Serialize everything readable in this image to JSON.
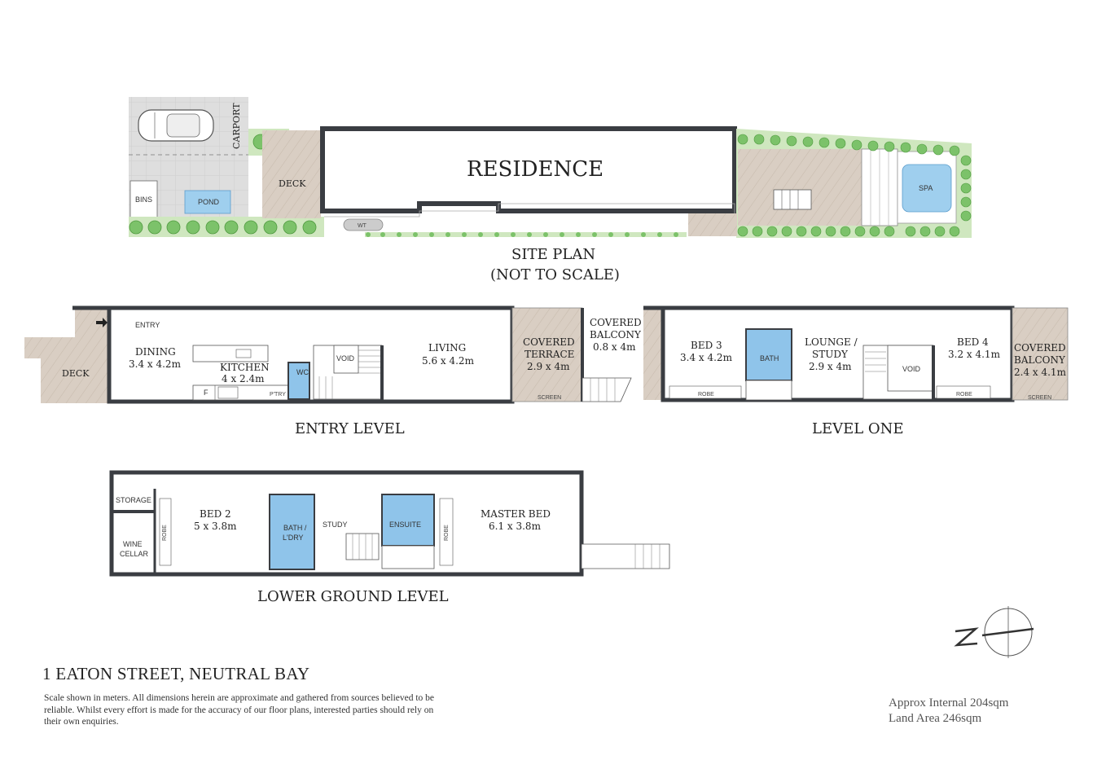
{
  "site_plan": {
    "residence": "RESIDENCE",
    "carport": "CARPORT",
    "deck": "DECK",
    "bins": "BINS",
    "pond": "POND",
    "wt": "WT",
    "spa": "SPA",
    "caption_line1": "SITE PLAN",
    "caption_line2": "(NOT TO SCALE)"
  },
  "entry_level": {
    "caption": "ENTRY LEVEL",
    "deck": "DECK",
    "entry": "ENTRY",
    "dining": "DINING",
    "dining_dim": "3.4 x 4.2m",
    "kitchen": "KITCHEN",
    "kitchen_dim": "4 x 2.4m",
    "fridge": "F",
    "pantry": "P'TRY",
    "wc": "WC",
    "void": "VOID",
    "living": "LIVING",
    "living_dim": "5.6 x 4.2m",
    "terrace_line1": "COVERED",
    "terrace_line2": "TERRACE",
    "terrace_dim": "2.9 x 4m",
    "screen": "SCREEN",
    "balcony_line1": "COVERED",
    "balcony_line2": "BALCONY",
    "balcony_dim": "0.8 x 4m"
  },
  "level_one": {
    "caption": "LEVEL ONE",
    "bed3": "BED 3",
    "bed3_dim": "3.4 x 4.2m",
    "robe1": "ROBE",
    "bath": "BATH",
    "lounge_line1": "LOUNGE /",
    "lounge_line2": "STUDY",
    "lounge_dim": "2.9 x 4m",
    "void": "VOID",
    "bed4": "BED 4",
    "bed4_dim": "3.2 x 4.1m",
    "robe2": "ROBE",
    "balcony_line1": "COVERED",
    "balcony_line2": "BALCONY",
    "balcony_dim": "2.4 x 4.1m",
    "screen": "SCREEN"
  },
  "lower_ground": {
    "caption": "LOWER GROUND LEVEL",
    "storage": "STORAGE",
    "wine_line1": "WINE",
    "wine_line2": "CELLAR",
    "robe1": "ROBE",
    "bed2": "BED 2",
    "bed2_dim": "5 x 3.8m",
    "bath_line1": "BATH /",
    "bath_line2": "L'DRY",
    "study": "STUDY",
    "ensuite": "ENSUITE",
    "robe2": "ROBE",
    "master": "MASTER BED",
    "master_dim": "6.1 x 3.8m"
  },
  "footer": {
    "address": "1 EATON STREET, NEUTRAL BAY",
    "disclaimer": "Scale shown in meters. All dimensions herein are approximate and gathered from sources believed to be  reliable. Whilst every effort is made for the accuracy of our floor plans, interested parties should rely on their own enquiries.",
    "internal_area": "Approx Internal 204sqm",
    "land_area": "Land Area 246sqm"
  },
  "compass": {
    "letter": "N"
  },
  "colors": {
    "wall": "#3a3d42",
    "deck": "#d9cec3",
    "grass": "#cfe7bf",
    "shrub": "#7cc26a",
    "water": "#9fcfee",
    "wet": "#8fc4ea",
    "paving": "#dcdcdc"
  }
}
